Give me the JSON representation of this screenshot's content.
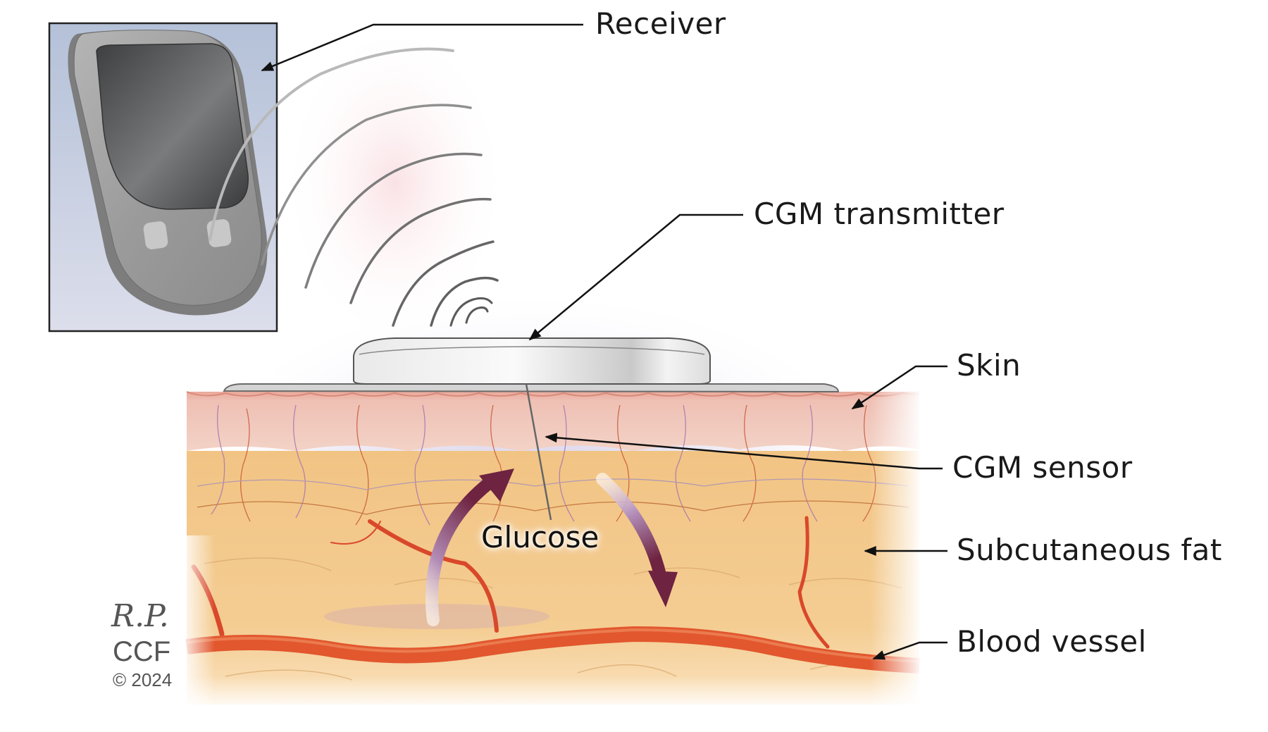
{
  "figure": {
    "title": "Continuous glucose monitoring system",
    "labels": {
      "receiver": "Receiver",
      "transmitter": "CGM transmitter",
      "skin": "Skin",
      "sensor": "CGM sensor",
      "fat": "Subcutaneous fat",
      "vessel": "Blood vessel",
      "glucose": "Glucose"
    },
    "credit": {
      "signature": "R.P.",
      "organization": "CCF",
      "copyright": "© 2024"
    },
    "colors": {
      "background": "#ffffff",
      "receiver_panel": "#b7c3d9",
      "receiver_body": "#9a9a9a",
      "receiver_screen": "#4a4b4c",
      "transmitter": "#f2f2f2",
      "skin": "#efc1b5",
      "fat": "#f3c98c",
      "blood_vessel": "#e25a30",
      "glucose_arrow": "#7a2b4a",
      "signal_arc": "#6b6b6b",
      "label_text": "#1a1a1a"
    },
    "icons": {
      "receiver": "handheld-receiver-device",
      "transmitter": "cgm-transmitter-disc",
      "signal": "wireless-signal-arcs",
      "glucose_flow": "bidirectional-curved-arrows"
    }
  }
}
